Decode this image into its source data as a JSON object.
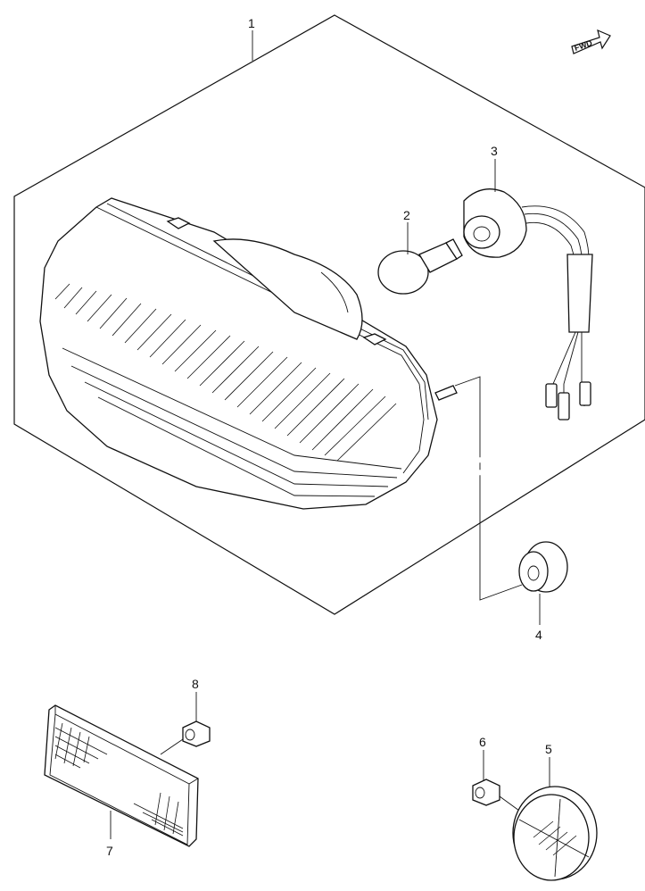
{
  "callouts": [
    {
      "id": "1",
      "label": "1"
    },
    {
      "id": "2",
      "label": "2"
    },
    {
      "id": "3",
      "label": "3"
    },
    {
      "id": "4",
      "label": "4"
    },
    {
      "id": "5",
      "label": "5"
    },
    {
      "id": "6",
      "label": "6"
    },
    {
      "id": "7",
      "label": "7"
    },
    {
      "id": "8",
      "label": "8"
    }
  ],
  "fwd_label": "FWD"
}
